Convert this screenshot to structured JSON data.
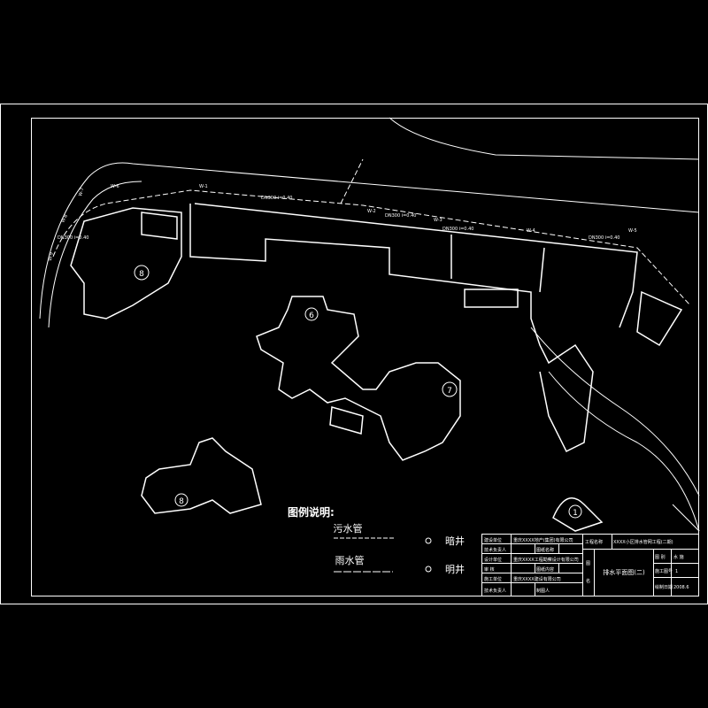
{
  "legend": {
    "title": "图例说明:",
    "sewage_pipe": "污水管",
    "rain_pipe": "雨水管",
    "hidden_well": "暗井",
    "open_well": "明井"
  },
  "title_block": {
    "rows": [
      [
        "建设单位",
        "重庆XXXX地产(集团)有限公司"
      ],
      [
        "技术负责人",
        "图纸名称"
      ],
      [
        "设计单位",
        "重庆XXXX工程勘察设计有限公司"
      ],
      [
        "审 核",
        "图纸内容"
      ],
      [
        "施工单位",
        "重庆XXXX建设有限公司"
      ],
      [
        "技术负责人",
        "制图人"
      ]
    ],
    "project_label": "工程名称",
    "project_name": "XXXX小区排水管网工程(二期)",
    "drawing_label_1": "图",
    "drawing_label_2": "名",
    "drawing_name": "排水平面图(二)",
    "category_label": "图 别",
    "category": "水 施",
    "number_label": "施工图号",
    "number": "1",
    "date_label": "绘制日期",
    "date": "2008.6"
  },
  "pipe_labels": [
    "W-1",
    "W-2",
    "W-3",
    "W-4",
    "W-5",
    "W-6",
    "W-7",
    "W-8",
    "W-9",
    "DN300 i=0.40"
  ],
  "building_numbers": [
    "8",
    "6",
    "7",
    "1"
  ]
}
